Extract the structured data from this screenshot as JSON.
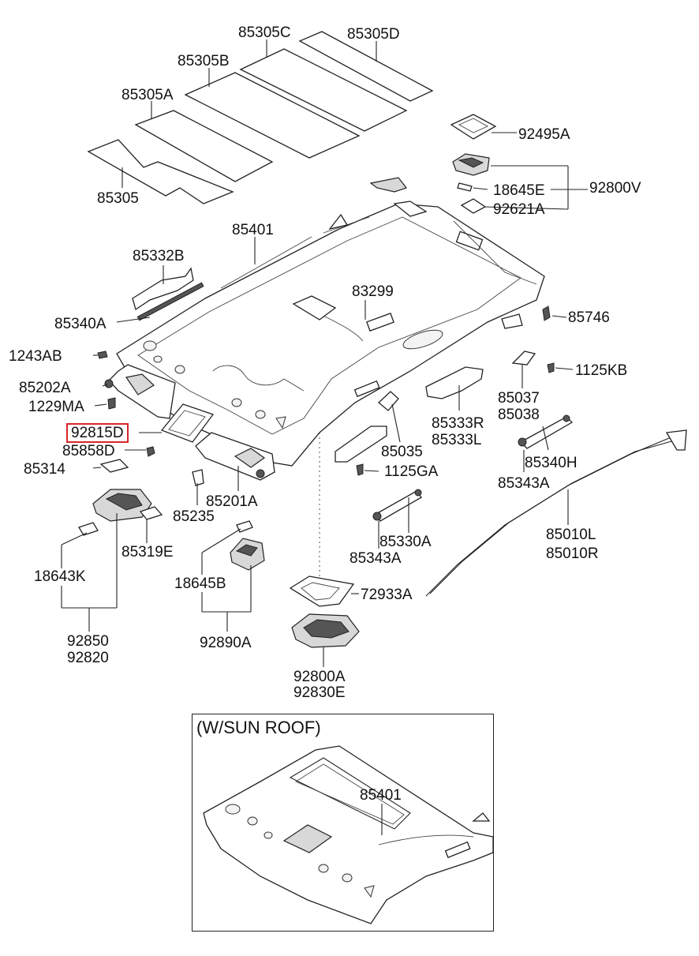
{
  "labels": {
    "p85305C": "85305C",
    "p85305D": "85305D",
    "p85305B": "85305B",
    "p85305A": "85305A",
    "p85305": "85305",
    "p92495A": "92495A",
    "p18645E": "18645E",
    "p92800V": "92800V",
    "p92621A": "92621A",
    "p85401": "85401",
    "p85332B": "85332B",
    "p83299": "83299",
    "p85340A": "85340A",
    "p85746": "85746",
    "p1243AB": "1243AB",
    "p1125KB": "1125KB",
    "p85202A": "85202A",
    "p85037": "85037",
    "p85038": "85038",
    "p1229MA": "1229MA",
    "p85333R": "85333R",
    "p85333L": "85333L",
    "p92815D": "92815D",
    "p85858D": "85858D",
    "p85035": "85035",
    "p85340H": "85340H",
    "p85314": "85314",
    "p1125GA": "1125GA",
    "p85343A_r": "85343A",
    "p85201A": "85201A",
    "p85235": "85235",
    "p85319E": "85319E",
    "p85330A": "85330A",
    "p85343A_c": "85343A",
    "p85010L": "85010L",
    "p85010R": "85010R",
    "p18643K": "18643K",
    "p18645B": "18645B",
    "p72933A": "72933A",
    "p92850": "92850",
    "p92820": "92820",
    "p92890A": "92890A",
    "p92800A": "92800A",
    "p92830E": "92830E",
    "sunroof_title": "(W/SUN ROOF)",
    "sunroof_85401": "85401"
  },
  "highlighted_part": "92815D",
  "colors": {
    "highlight": "#d8262a",
    "line": "#222222"
  }
}
